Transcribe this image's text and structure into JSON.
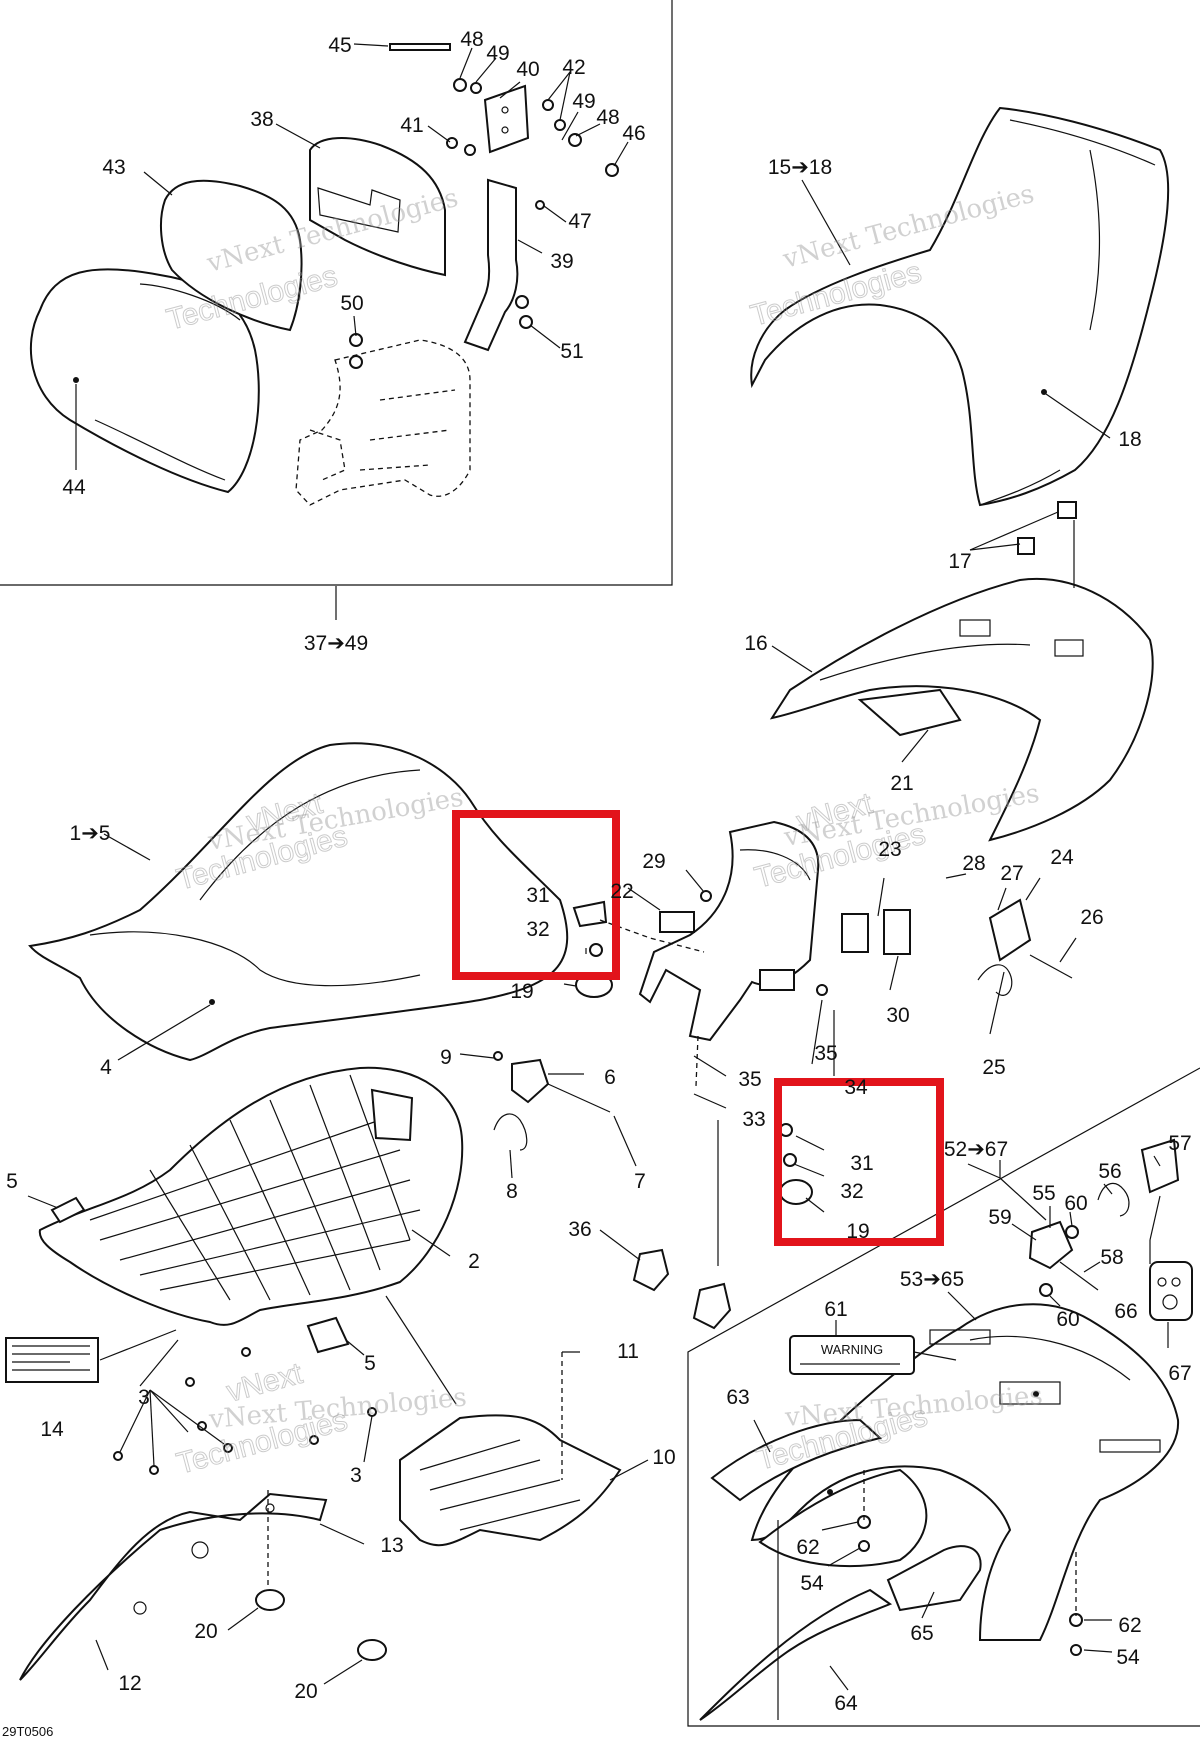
{
  "diagram": {
    "drawing_code": "29T0506",
    "watermark_line1": "vNext Technologies",
    "watermark_line2": "Technologies",
    "watermark_line3": "vNext",
    "group_labels": {
      "backrest_group": "37➔49",
      "rear_seat_group": "15➔18",
      "front_seat_group": "1➔5",
      "passenger_group": "52➔67",
      "rack_group": "53➔65"
    },
    "warning_label": "WARNING",
    "callouts": {
      "c45": "45",
      "c48a": "48",
      "c49a": "49",
      "c40": "40",
      "c42": "42",
      "c49b": "49",
      "c48b": "48",
      "c46": "46",
      "c41": "41",
      "c38": "38",
      "c43": "43",
      "c47": "47",
      "c39": "39",
      "c50": "50",
      "c51": "51",
      "c44": "44",
      "c18": "18",
      "c17": "17",
      "c16": "16",
      "c21": "21",
      "c29": "29",
      "c23": "23",
      "c28": "28",
      "c27": "27",
      "c24": "24",
      "c26": "26",
      "c31a": "31",
      "c32a": "32",
      "c22": "22",
      "c19a": "19",
      "c30": "30",
      "c25": "25",
      "c4": "4",
      "c9": "9",
      "c6": "6",
      "c35a": "35",
      "c35b": "35",
      "c34": "34",
      "c33": "33",
      "c8": "8",
      "c7": "7",
      "c31b": "31",
      "c32b": "32",
      "c19b": "19",
      "c5a": "5",
      "c2": "2",
      "c36": "36",
      "c57": "57",
      "c56": "56",
      "c55": "55",
      "c60a": "60",
      "c59": "59",
      "c58": "58",
      "c60b": "60",
      "c66": "66",
      "c67": "67",
      "c61": "61",
      "c14": "14",
      "c3a": "3",
      "c5b": "5",
      "c11": "11",
      "c3b": "3",
      "c10": "10",
      "c63": "63",
      "c13": "13",
      "c62a": "62",
      "c54a": "54",
      "c20a": "20",
      "c65": "65",
      "c12": "12",
      "c20b": "20",
      "c62b": "62",
      "c54b": "54",
      "c64": "64"
    }
  }
}
